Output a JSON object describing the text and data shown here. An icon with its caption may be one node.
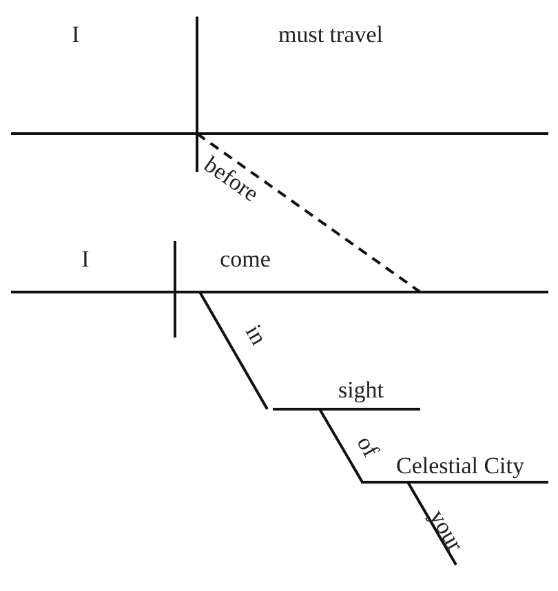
{
  "diagram": {
    "labels": [
      "I",
      "must travel",
      "before",
      "I",
      "come",
      "in",
      "sight",
      "of",
      "Celestial City",
      "your"
    ]
  }
}
